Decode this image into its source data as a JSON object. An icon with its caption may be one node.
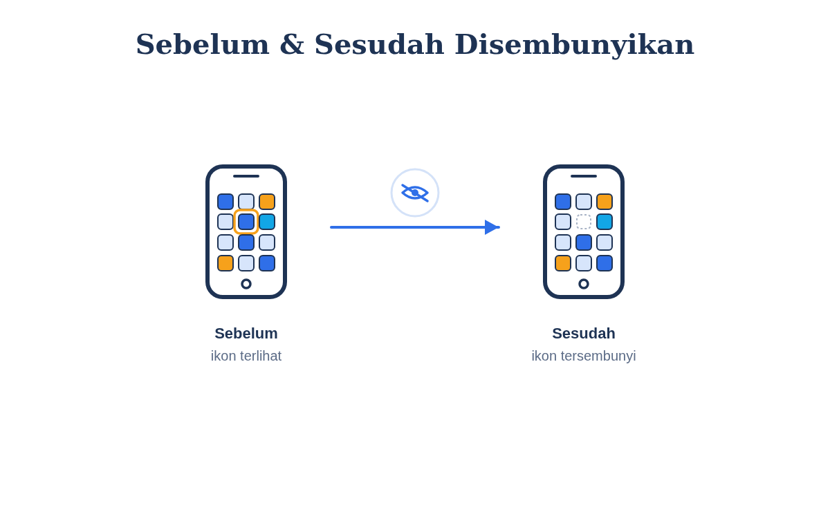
{
  "diagram": {
    "title": "Sebelum & Sesudah Disembunyikan",
    "nodes": [
      {
        "text": [
          "Sebelum",
          "ikon terlihat"
        ]
      },
      {
        "text": [
          "Sesudah",
          "ikon tersembunyi"
        ]
      }
    ],
    "edges": [
      {
        "from": 0,
        "to": 1,
        "arrow": "to"
      }
    ]
  }
}
